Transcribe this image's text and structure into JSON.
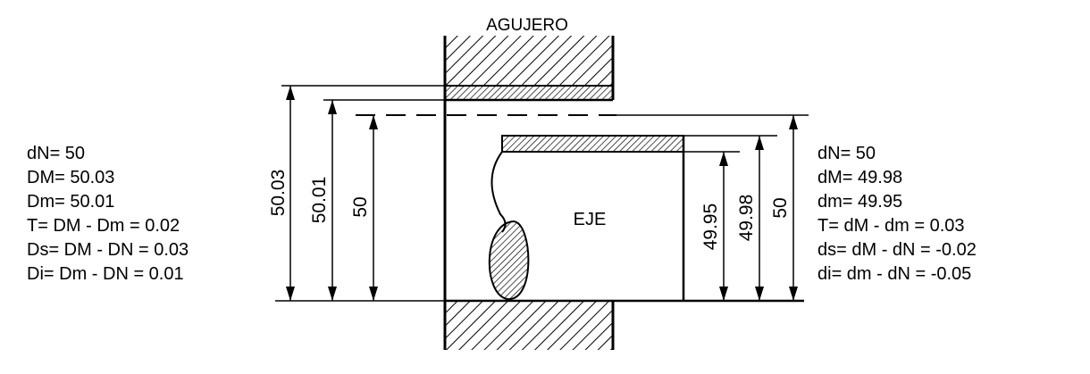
{
  "hole_title": "AGUJERO",
  "shaft_label": "EJE",
  "hole_spec": {
    "lines": [
      "dN= 50",
      "DM= 50.03",
      "Dm= 50.01",
      "T= DM - Dm = 0.02",
      "Ds= DM - DN = 0.03",
      "Di= Dm - DN = 0.01"
    ]
  },
  "shaft_spec": {
    "lines": [
      "dN= 50",
      "dM= 49.98",
      "dm= 49.95",
      "T= dM - dm = 0.03",
      "ds= dM - dN = -0.02",
      "di= dm - dN = -0.05"
    ]
  },
  "hole_dimensions": [
    "50.03",
    "50.01",
    "50"
  ],
  "shaft_dimensions": [
    "49.95",
    "49.98",
    "50"
  ]
}
